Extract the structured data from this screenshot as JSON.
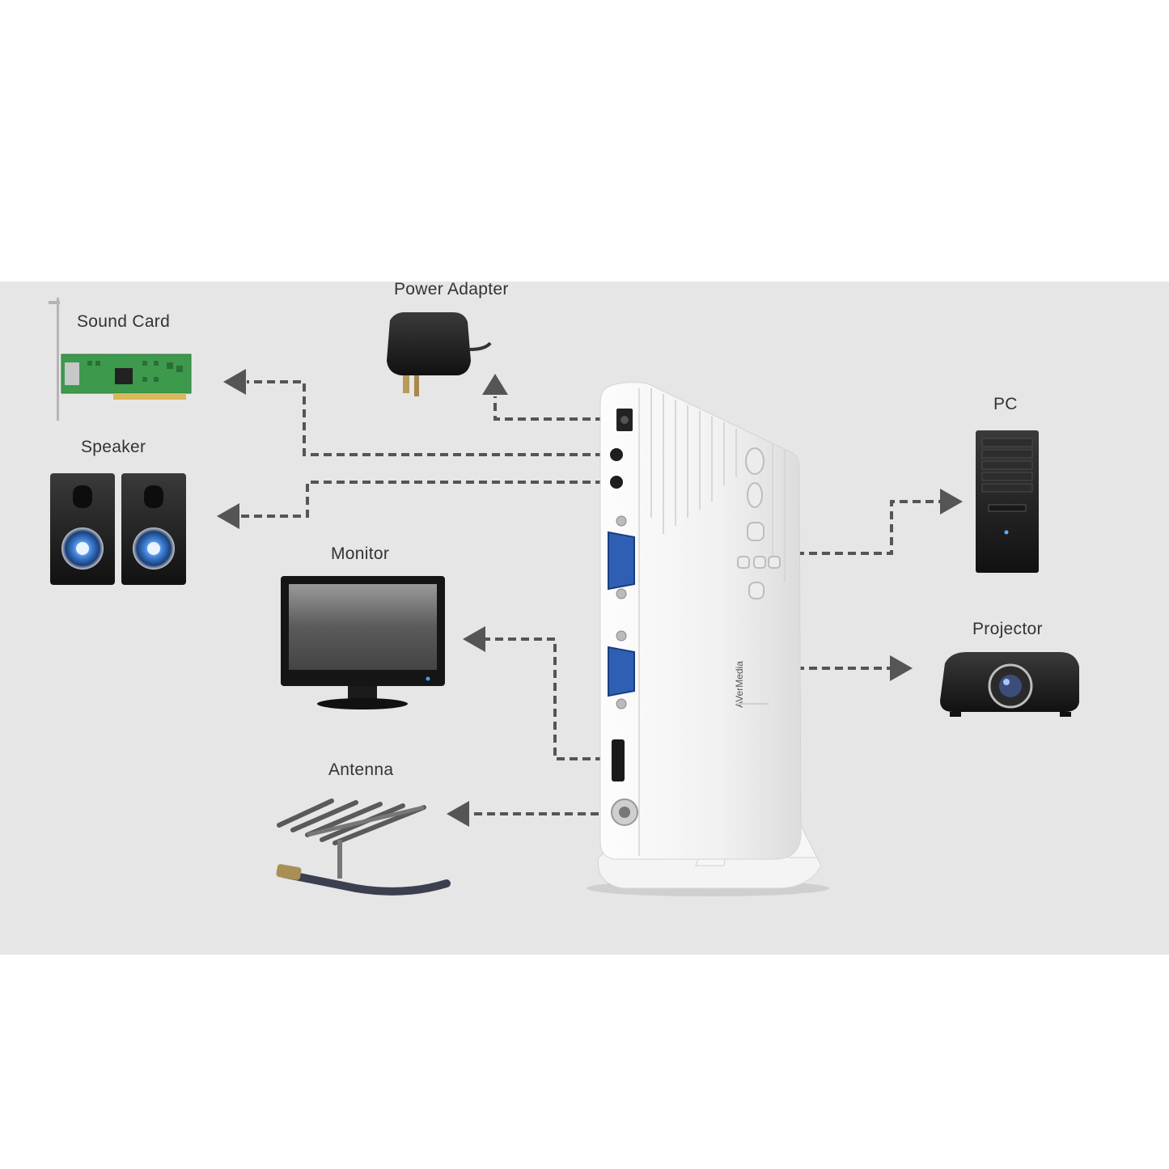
{
  "labels": {
    "power_adapter": "Power Adapter",
    "sound_card": "Sound Card",
    "speaker": "Speaker",
    "monitor": "Monitor",
    "antenna": "Antenna",
    "pc": "PC",
    "projector": "Projector"
  },
  "device_brand": "AVerMedia",
  "colors": {
    "panel_background": "#e6e6e7",
    "connector_line": "#555555",
    "device_body": "#f7f7f7",
    "vga_port": "#2f5fb3",
    "card_pcb": "#3d9a4c"
  }
}
